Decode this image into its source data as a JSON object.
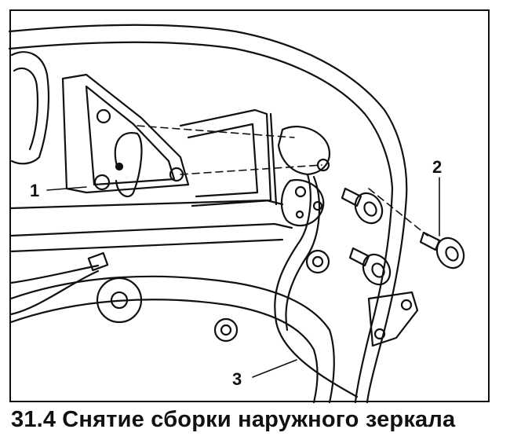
{
  "figure": {
    "callouts": {
      "one": "1",
      "two": "2",
      "three": "3"
    }
  },
  "caption": {
    "number": "31.4",
    "text": "Снятие сборки наружного зеркала"
  }
}
